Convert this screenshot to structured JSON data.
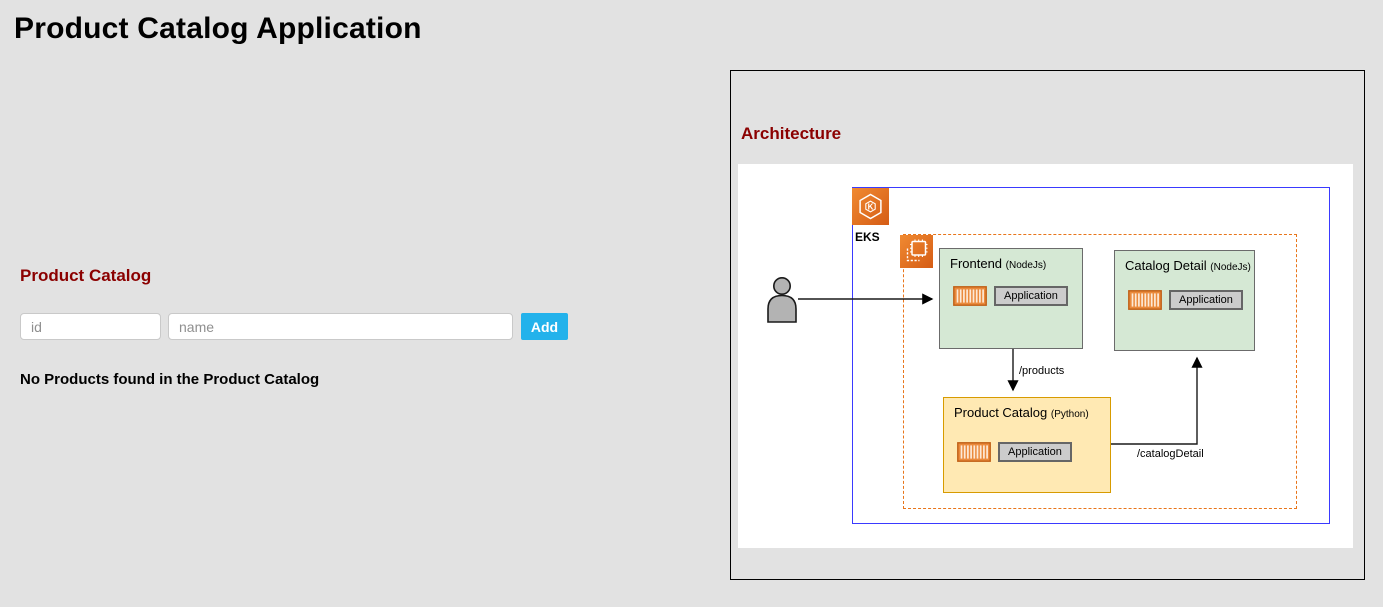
{
  "page": {
    "title": "Product Catalog Application",
    "background_color": "#e2e2e2"
  },
  "form": {
    "heading": "Product Catalog",
    "heading_color": "#8b0000",
    "id_placeholder": "id",
    "id_value": "",
    "name_placeholder": "name",
    "name_value": "",
    "add_button_label": "Add",
    "add_button_color": "#23b2eb",
    "empty_message": "No Products found in the Product Catalog"
  },
  "architecture": {
    "heading": "Architecture",
    "heading_color": "#8b0000",
    "diagram": {
      "cluster_label": "EKS",
      "cluster_border_color": "#3a3aff",
      "namespace_border_color": "#e8751a",
      "icons": {
        "eks": "eks-icon",
        "compute": "compute-icon",
        "user": "user-icon",
        "container": "container-icon"
      },
      "nodes": [
        {
          "name": "Frontend",
          "runtime": "(NodeJs)",
          "app_label": "Application",
          "fill": "#d5e8d4"
        },
        {
          "name": "Catalog Detail",
          "runtime": "(NodeJs)",
          "app_label": "Application",
          "fill": "#d5e8d4"
        },
        {
          "name": "Product Catalog",
          "runtime": "(Python)",
          "app_label": "Application",
          "fill": "#ffe9b3"
        }
      ],
      "edges": [
        {
          "from": "user",
          "to": "Frontend",
          "label": ""
        },
        {
          "from": "Frontend",
          "to": "Product Catalog",
          "label": "/products"
        },
        {
          "from": "Product Catalog",
          "to": "Catalog Detail",
          "label": "/catalogDetail"
        }
      ]
    }
  }
}
